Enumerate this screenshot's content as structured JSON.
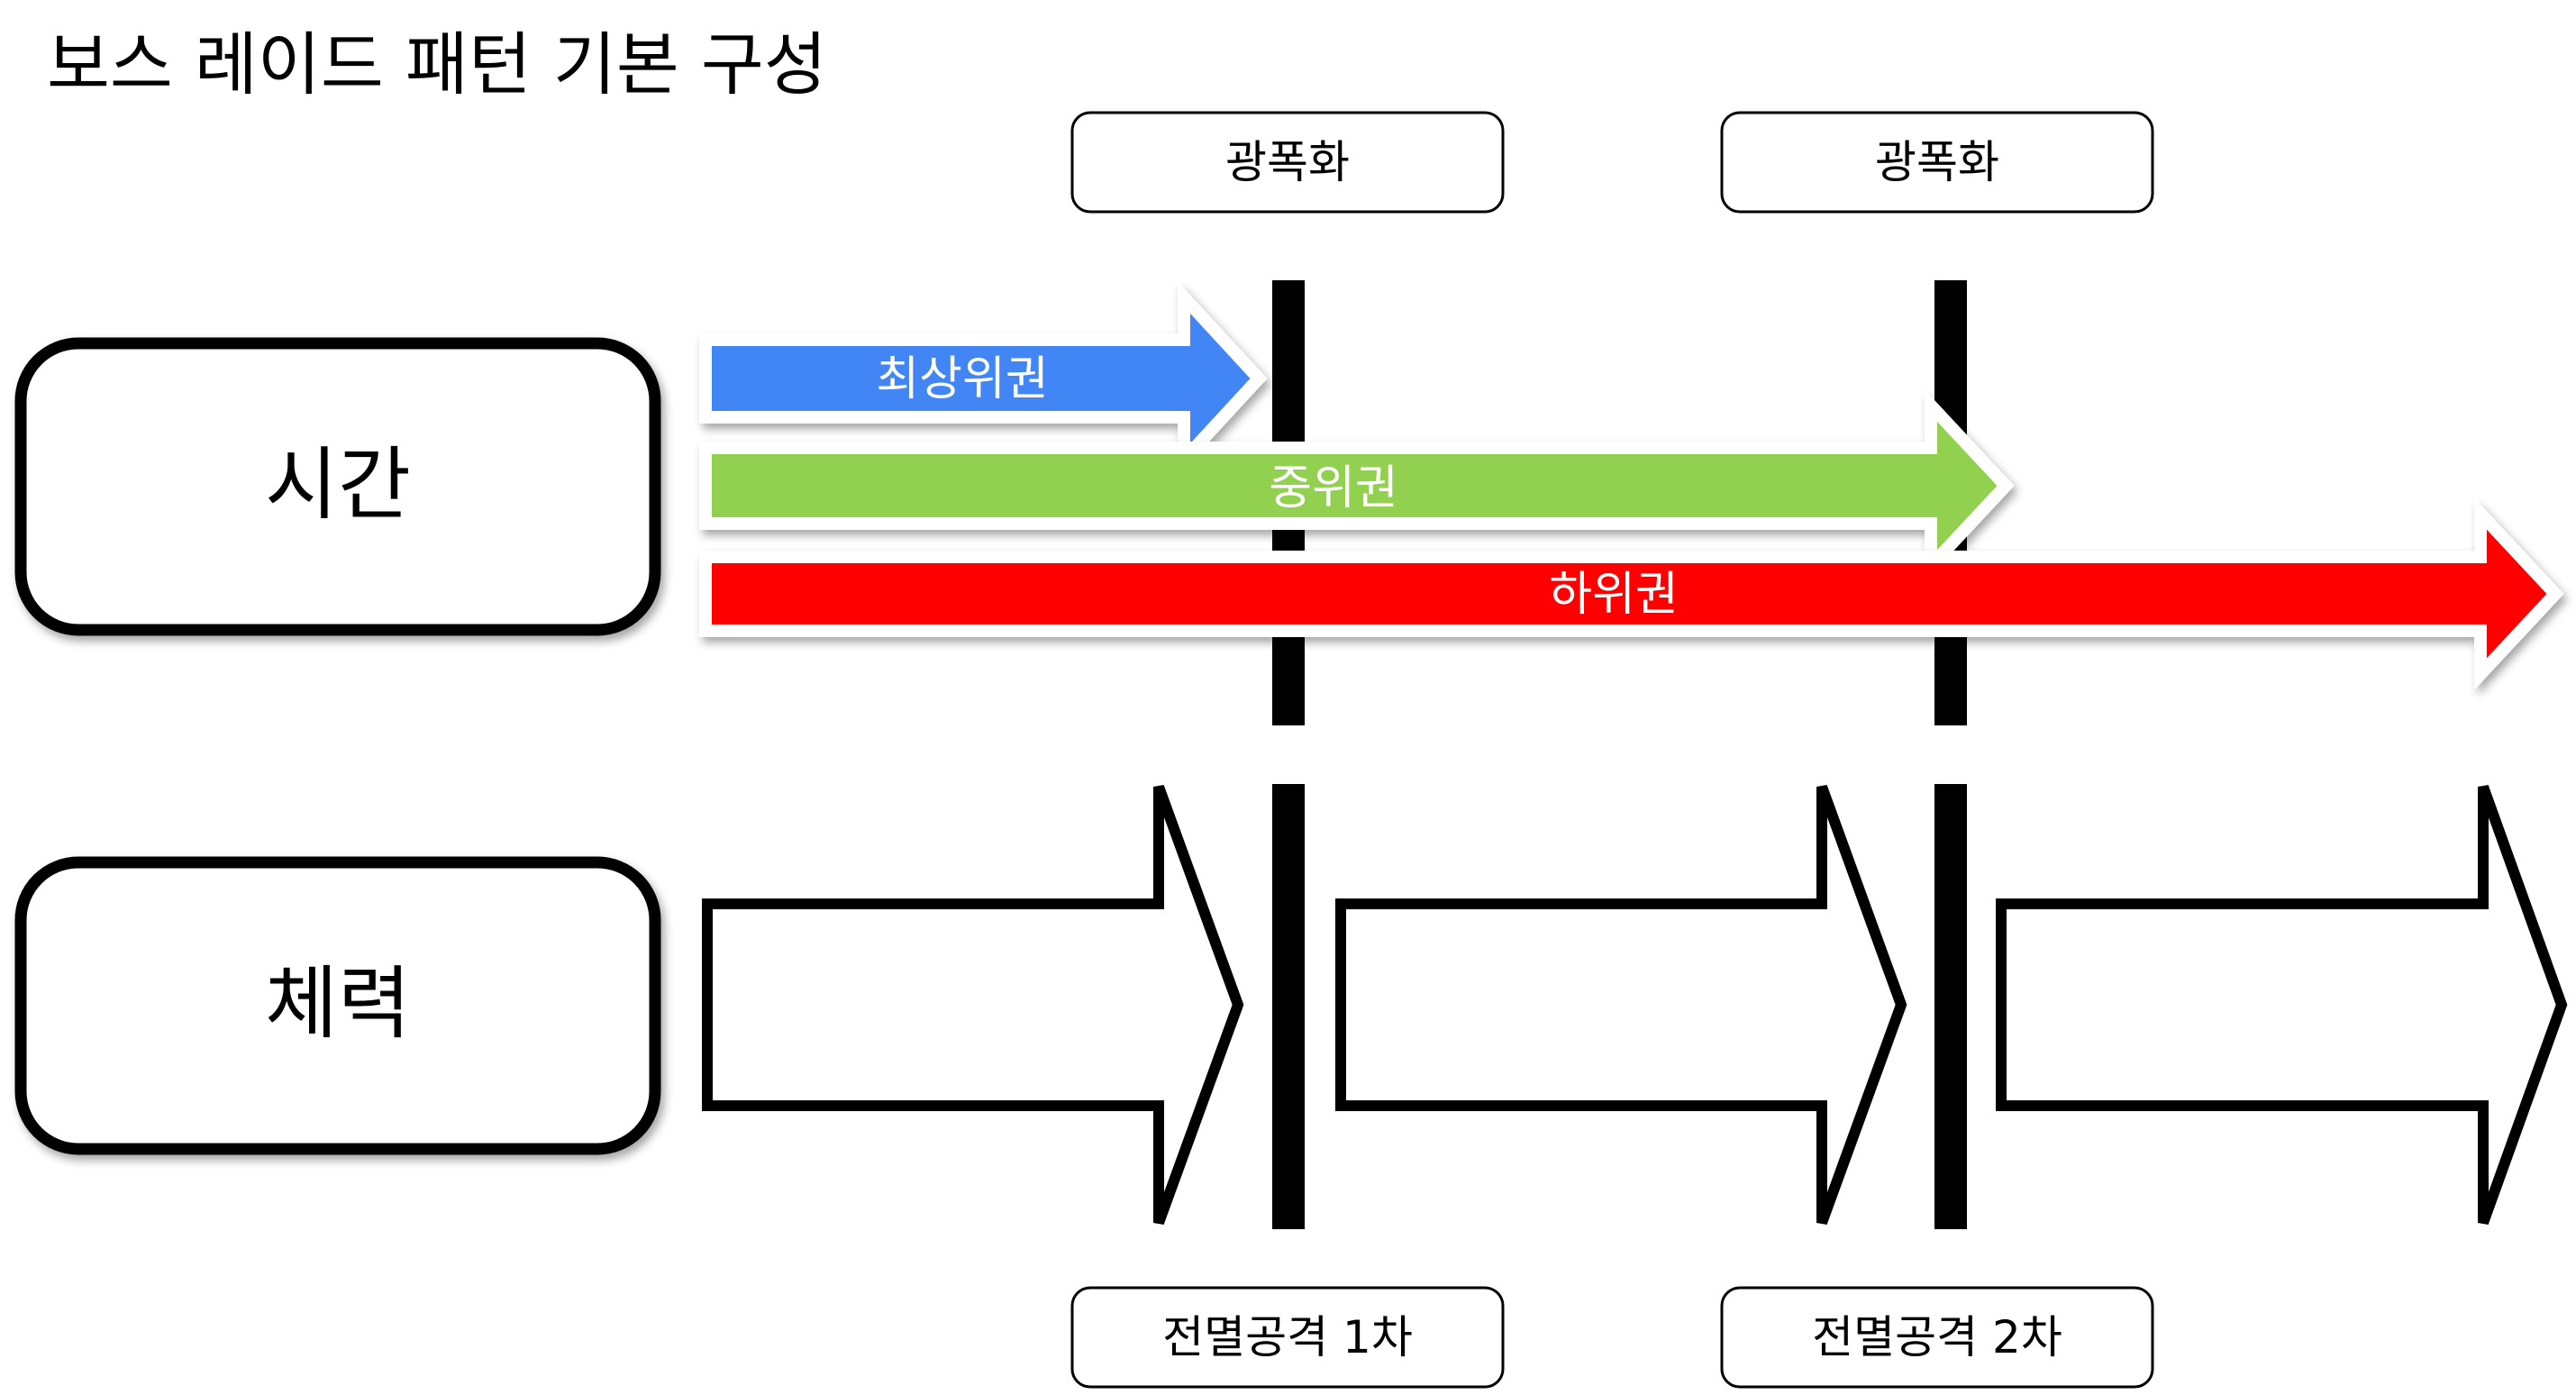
{
  "title": "보스 레이드 패턴 기본 구성",
  "row_labels": {
    "time": "시간",
    "health": "체력"
  },
  "phase_markers": [
    {
      "top_label": "광폭화",
      "bottom_label": "전멸공격 1차"
    },
    {
      "top_label": "광폭화",
      "bottom_label": "전멸공격 2차"
    }
  ],
  "time_arrows": [
    {
      "label": "최상위권",
      "color": "#4285F4"
    },
    {
      "label": "중위권",
      "color": "#92D050"
    },
    {
      "label": "하위권",
      "color": "#FF0000"
    }
  ],
  "health_segments_count": 3
}
